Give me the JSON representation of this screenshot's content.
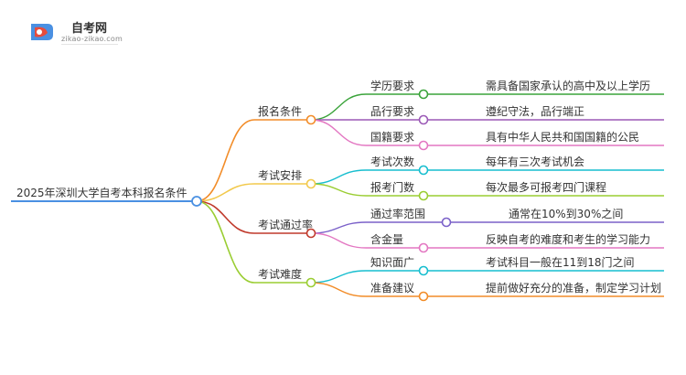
{
  "brand": {
    "name": "自考网",
    "domain": "zikao-zikao.com"
  },
  "mindmap": {
    "root": "2025年深圳大学自考本科报名条件",
    "branches": [
      {
        "label": "报名条件",
        "color": "#f28c28",
        "children": [
          {
            "label": "学历要求",
            "detail": "需具备国家承认的高中及以上学历",
            "color": "#3aa33a"
          },
          {
            "label": "品行要求",
            "detail": "遵纪守法，品行端正",
            "color": "#9b59b6"
          },
          {
            "label": "国籍要求",
            "detail": "具有中华人民共和国国籍的公民",
            "color": "#e377c2"
          }
        ]
      },
      {
        "label": "考试安排",
        "color": "#f2c94c",
        "children": [
          {
            "label": "考试次数",
            "detail": "每年有三次考试机会",
            "color": "#17becf"
          },
          {
            "label": "报考门数",
            "detail": "每次最多可报考四门课程",
            "color": "#9acd32"
          }
        ]
      },
      {
        "label": "考试通过率",
        "color": "#c0392b",
        "children": [
          {
            "label": "通过率范围",
            "detail": "通常在10%到30%之间",
            "color": "#7b61c9"
          },
          {
            "label": "含金量",
            "detail": "反映自考的难度和考生的学习能力",
            "color": "#e377c2"
          }
        ]
      },
      {
        "label": "考试难度",
        "color": "#9acd32",
        "children": [
          {
            "label": "知识面广",
            "detail": "考试科目一般在11到18门之间",
            "color": "#17becf"
          },
          {
            "label": "准备建议",
            "detail": "提前做好充分的准备，制定学习计划",
            "color": "#f28c28"
          }
        ]
      }
    ]
  }
}
